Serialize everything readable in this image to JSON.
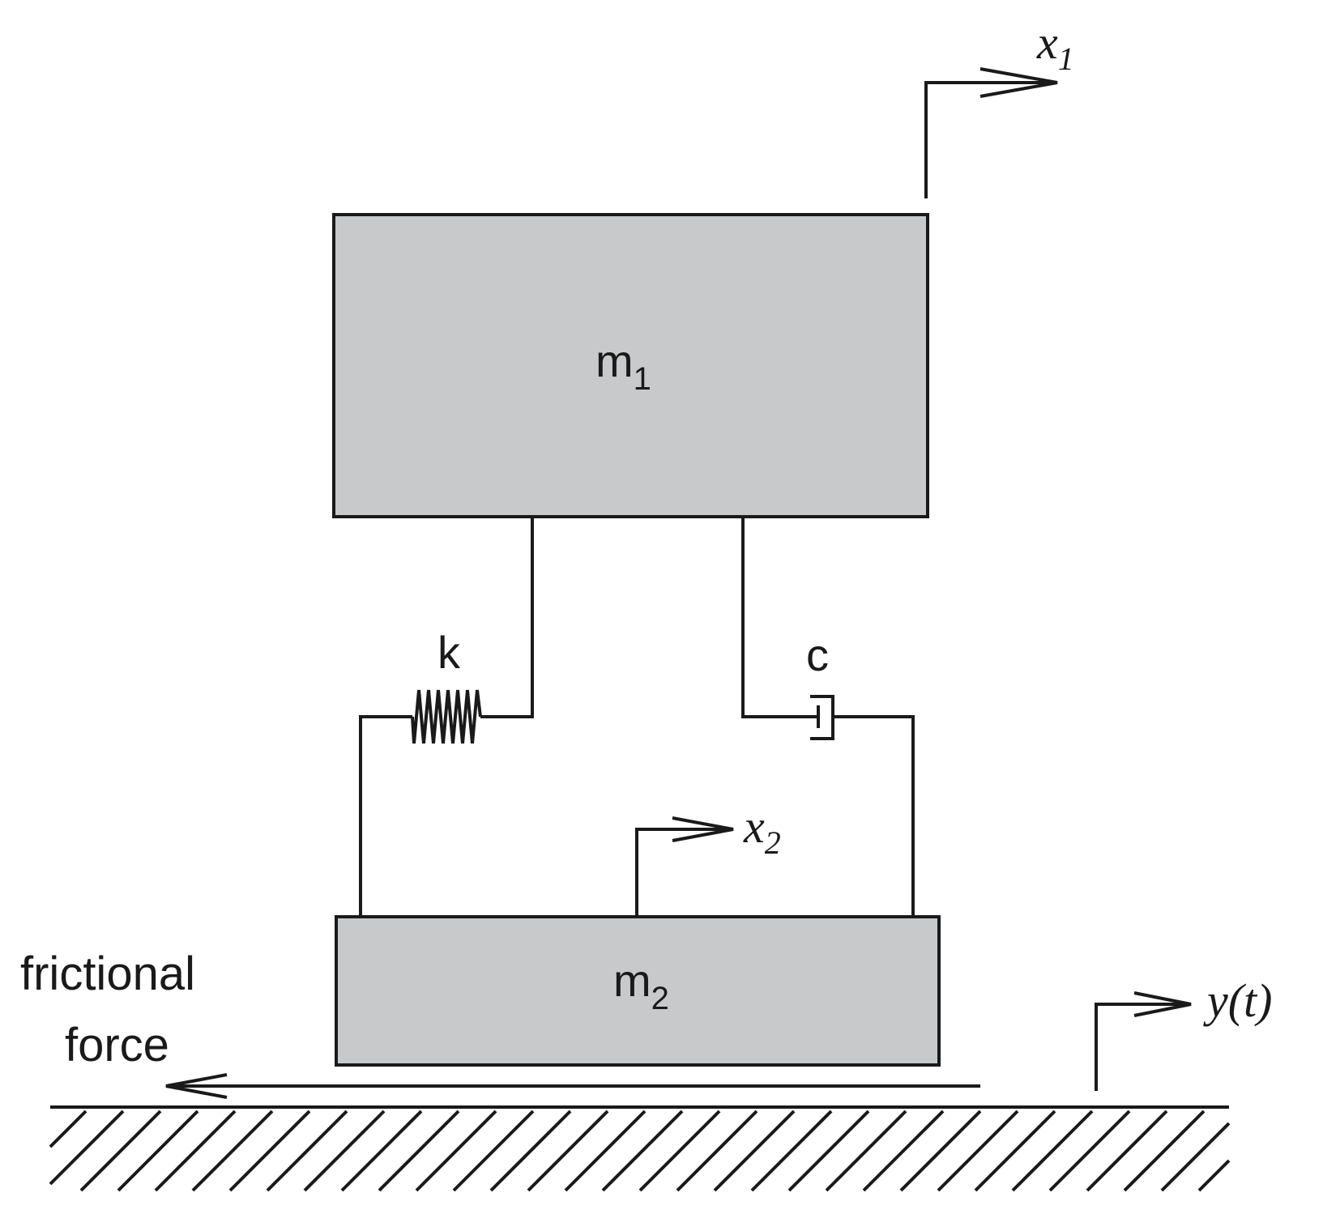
{
  "colors": {
    "mass_fill": "#c8c9cb",
    "line": "#1a1a1a",
    "background": "#ffffff"
  },
  "masses": {
    "m1": {
      "base": "m",
      "sub": "1"
    },
    "m2": {
      "base": "m",
      "sub": "2"
    }
  },
  "elements": {
    "spring_label": "k",
    "damper_label": "c"
  },
  "displacements": {
    "x1": {
      "base": "x",
      "sub": "1"
    },
    "x2": {
      "base": "x",
      "sub": "2"
    },
    "y": "y(t)"
  },
  "friction": {
    "line1": "frictional",
    "line2": "force"
  }
}
